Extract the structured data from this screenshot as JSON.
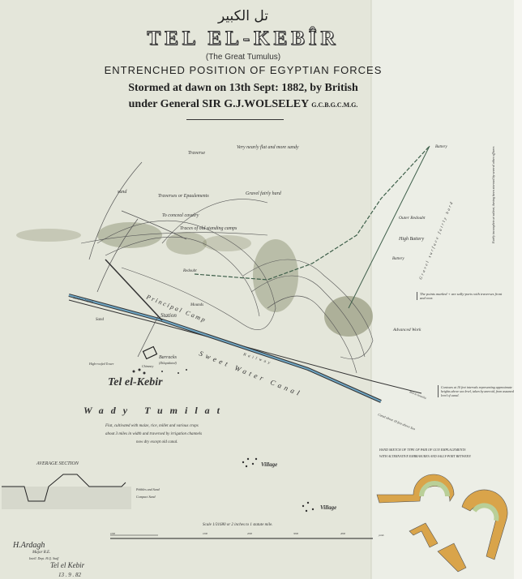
{
  "header": {
    "arabic_title": "تل الكبير",
    "title": "TEL EL-KEBÎR",
    "subtitle": "(The Great Tumulus)",
    "heading": "ENTRENCHED POSITION OF EGYPTIAN FORCES",
    "line1": "Stormed at dawn on 13th Sept: 1882, by British",
    "line2_main": "under General SIR G.J.WOLSELEY",
    "line2_honours": "G.C.B.G.C.M.G."
  },
  "labels": {
    "traverse": "Traverse",
    "flat_sandy": "Very nearly flat and more sandy",
    "sand_top": "sand",
    "traverses": "Traverses or Epaulements",
    "gravel": "Gravel fairly hard",
    "conceal": "To conceal cavalry",
    "traces": "Traces of old standing camps",
    "redoubt": "Redoubt",
    "principal_camp": "Principal Camp",
    "mounds": "Mounds",
    "station": "Station",
    "sand": "Sand",
    "barracks": "Barracks",
    "dilapidated": "(Dilapidated)",
    "chimney": "Chimney",
    "tower": "High-roofed Tower",
    "town": "Tel el-Kebir",
    "canal": "Sweet Water Canal",
    "railway": "Railway",
    "rail_cairo": "Rail from Zagazig",
    "rail_ismailia": "Rail to Ismailia",
    "canal_level": "Canal about 18 feet above Sea",
    "battery_top": "Battery",
    "outer_redoubt": "Outer Redoubt",
    "high_battery": "High Battery",
    "battery": "Battery",
    "gravel_surface": "Gravel surface fairly hard",
    "sally_note": "The points marked + are sally-ports with traverses front and rear.",
    "advanced_work": "Advanced Work",
    "contours_note": "Contours at 10 feet intervals representing approximate heights above sea level, taken by aneroid, from assumed level of canal.",
    "side_note": "Fairly incomplete at salient, having been stormed by several other officers",
    "wady": "Wady Tumilat",
    "wady_desc1": "Flat, cultivated with maize, rice, millet and various crops",
    "wady_desc2": "about 3 miles in width and traversed by irrigation channels",
    "wady_desc3": "now dry except old canal.",
    "village1": "Village",
    "village2": "Village",
    "section_title": "AVERAGE SECTION",
    "pebbles": "Pebbles and Sand",
    "compact": "Compact Sand",
    "scale_text": "Scale 1/31680 or 2 inches to 1 statute mile.",
    "scale_ticks": [
      "1000",
      "1000",
      "2000",
      "3000",
      "4000"
    ],
    "sketch_note1": "HAND SKETCH OF TYPE OF PAIR OF GUN EMPLACEMENTS",
    "sketch_note2": "WITH ALTERNATIVE EMBRASURES AND SALLY-PORT BETWEEN",
    "yards": "yards"
  },
  "signature": {
    "name": "H.Ardagh",
    "rank": "Major R.E.",
    "dept": "Intell. Dept. H.Q. Staff",
    "place": "Tel el Kebir",
    "date": "13 . 9 . 82"
  },
  "colors": {
    "paper": "#e4e6da",
    "canal": "#6fa6c4",
    "hills": "#6b6f4a",
    "fort_orange": "#d9a44a",
    "fort_green": "#b9cf98"
  }
}
